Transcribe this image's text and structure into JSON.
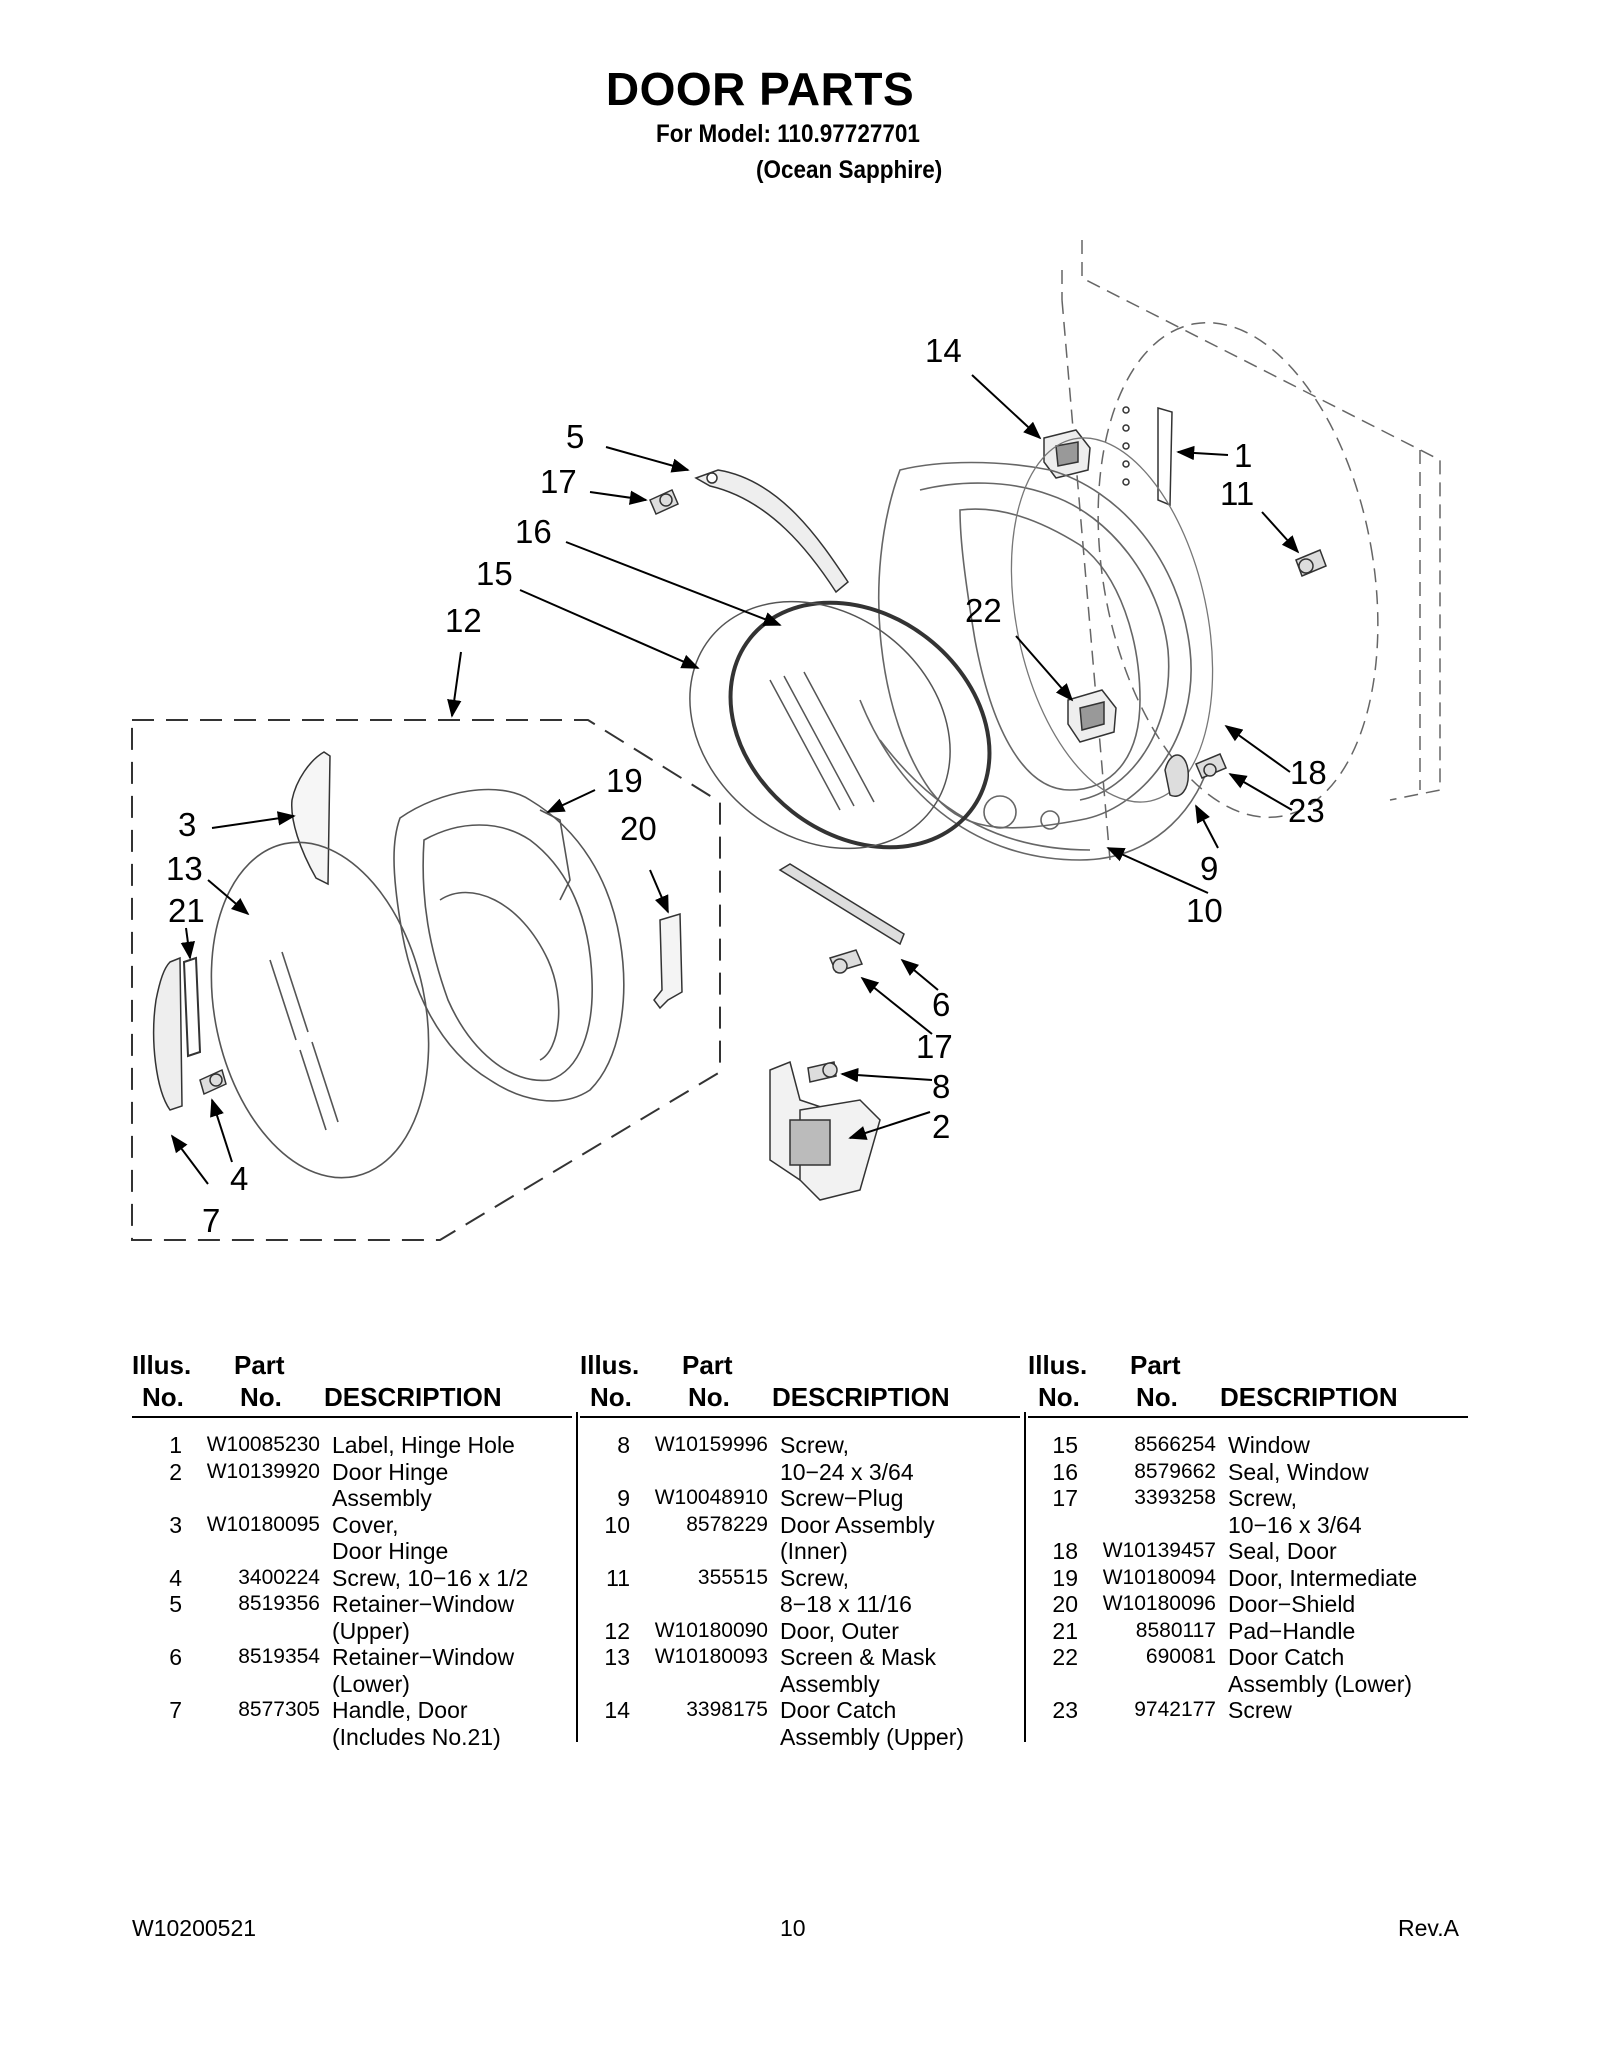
{
  "header": {
    "title": "DOOR PARTS",
    "model_line": "For Model: 110.97727701",
    "variant_line": "(Ocean Sapphire)"
  },
  "callouts": [
    "14",
    "5",
    "17",
    "16",
    "15",
    "12",
    "1",
    "11",
    "22",
    "19",
    "3",
    "20",
    "13",
    "21",
    "18",
    "23",
    "9",
    "10",
    "6",
    "17",
    "8",
    "2",
    "4",
    "7"
  ],
  "table_headers": {
    "illus_top": "Illus.",
    "illus_bottom": "No.",
    "part_top": "Part",
    "part_bottom": "No.",
    "description": "DESCRIPTION"
  },
  "columns": [
    [
      {
        "illus": "1",
        "part": "W10085230",
        "desc": [
          "Label, Hinge Hole"
        ]
      },
      {
        "illus": "2",
        "part": "W10139920",
        "desc": [
          "Door Hinge",
          "Assembly"
        ]
      },
      {
        "illus": "3",
        "part": "W10180095",
        "desc": [
          "Cover,",
          "Door Hinge"
        ]
      },
      {
        "illus": "4",
        "part": "3400224",
        "desc": [
          "Screw, 10−16 x 1/2"
        ]
      },
      {
        "illus": "5",
        "part": "8519356",
        "desc": [
          "Retainer−Window",
          "(Upper)"
        ]
      },
      {
        "illus": "6",
        "part": "8519354",
        "desc": [
          "Retainer−Window",
          "(Lower)"
        ]
      },
      {
        "illus": "7",
        "part": "8577305",
        "desc": [
          "Handle, Door",
          "(Includes No.21)"
        ]
      }
    ],
    [
      {
        "illus": "8",
        "part": "W10159996",
        "desc": [
          "Screw,",
          "10−24 x 3/64"
        ]
      },
      {
        "illus": "9",
        "part": "W10048910",
        "desc": [
          "Screw−Plug"
        ]
      },
      {
        "illus": "10",
        "part": "8578229",
        "desc": [
          "Door Assembly",
          "(Inner)"
        ]
      },
      {
        "illus": "11",
        "part": "355515",
        "desc": [
          "Screw,",
          "8−18 x 11/16"
        ]
      },
      {
        "illus": "12",
        "part": "W10180090",
        "desc": [
          "Door, Outer"
        ]
      },
      {
        "illus": "13",
        "part": "W10180093",
        "desc": [
          "Screen & Mask",
          "Assembly"
        ]
      },
      {
        "illus": "14",
        "part": "3398175",
        "desc": [
          "Door Catch",
          "Assembly (Upper)"
        ]
      }
    ],
    [
      {
        "illus": "15",
        "part": "8566254",
        "desc": [
          "Window"
        ]
      },
      {
        "illus": "16",
        "part": "8579662",
        "desc": [
          "Seal, Window"
        ]
      },
      {
        "illus": "17",
        "part": "3393258",
        "desc": [
          "Screw,",
          "10−16 x 3/64"
        ]
      },
      {
        "illus": "18",
        "part": "W10139457",
        "desc": [
          "Seal, Door"
        ]
      },
      {
        "illus": "19",
        "part": "W10180094",
        "desc": [
          "Door, Intermediate"
        ]
      },
      {
        "illus": "20",
        "part": "W10180096",
        "desc": [
          "Door−Shield"
        ]
      },
      {
        "illus": "21",
        "part": "8580117",
        "desc": [
          "Pad−Handle"
        ]
      },
      {
        "illus": "22",
        "part": "690081",
        "desc": [
          "Door Catch",
          "Assembly (Lower)"
        ]
      },
      {
        "illus": "23",
        "part": "9742177",
        "desc": [
          "Screw"
        ]
      }
    ]
  ],
  "footer": {
    "doc_number": "W10200521",
    "page_number": "10",
    "revision": "Rev.A"
  }
}
